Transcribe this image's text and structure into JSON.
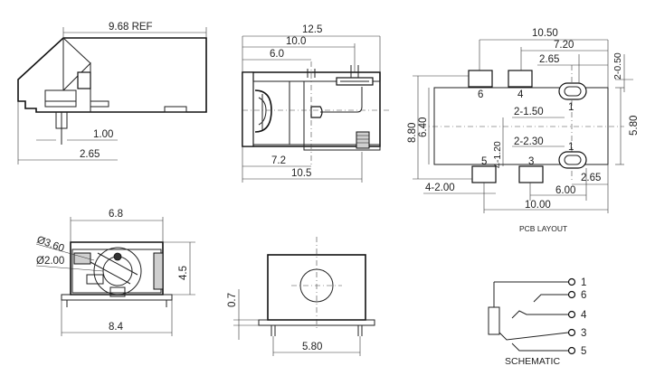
{
  "side_view": {
    "ref_len": "9.68 REF",
    "dim_a": "1.00",
    "dim_b": "2.65"
  },
  "front_view": {
    "w_total": "12.5",
    "w_10": "10.0",
    "w_6": "6.0",
    "w_72": "7.2",
    "w_105": "10.5"
  },
  "pcb": {
    "top_1050": "10.50",
    "top_720": "7.20",
    "top_265": "2.65",
    "right_050": "2-0.50",
    "left_880": "8.80",
    "left_640": "6.40",
    "c_120": "4-1.20",
    "c_150": "2-1.50",
    "c_230": "2-2.30",
    "right_580": "5.80",
    "b_200": "4-2.00",
    "b_600": "6.00",
    "b_265": "2.65",
    "b_1000": "10.00",
    "pads": [
      "6",
      "4",
      "1",
      "5",
      "3",
      "1"
    ],
    "caption": "PCB LAYOUT"
  },
  "bottom_view": {
    "d360": "Ø3.60",
    "d200": "Ø2.00",
    "w68": "6.8",
    "h45": "4.5",
    "w84": "8.4"
  },
  "end_view": {
    "h07": "0.7",
    "w580": "5.80"
  },
  "schematic": {
    "pins": [
      "1",
      "6",
      "4",
      "3",
      "5"
    ],
    "caption": "SCHEMATIC"
  }
}
